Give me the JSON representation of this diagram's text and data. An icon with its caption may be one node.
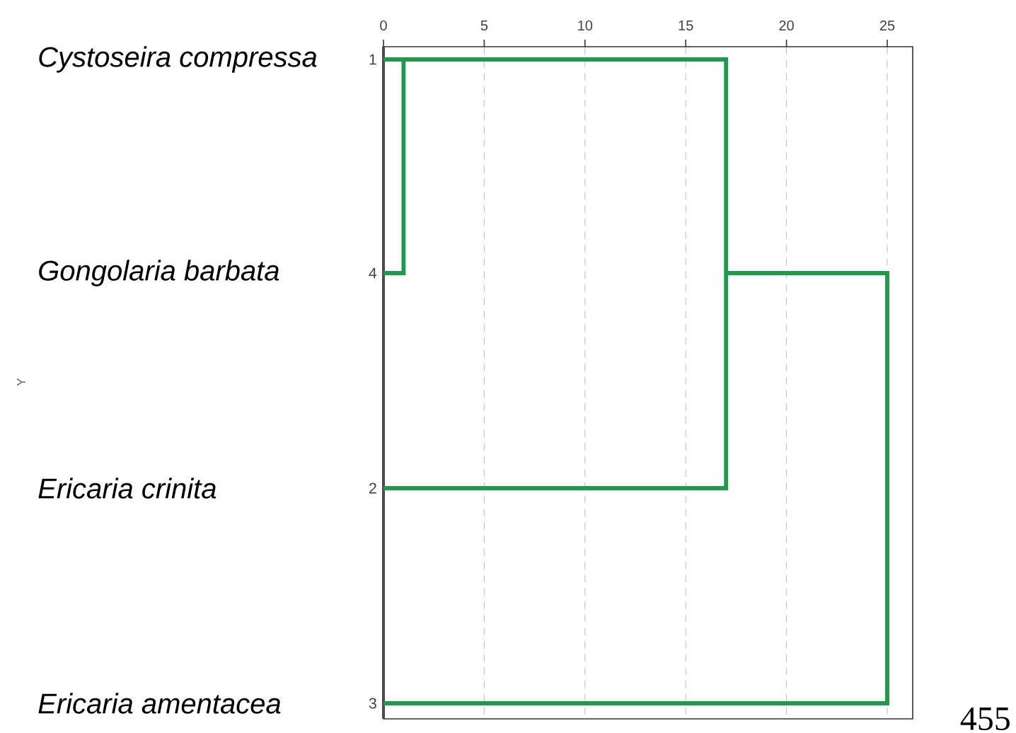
{
  "diagram": {
    "labels": [
      "0",
      "5",
      "10",
      "15",
      "20",
      "25",
      "Cystoseira compressa",
      "1",
      "Gongolaria barbata",
      "4",
      "Y",
      "Ericaria crinita",
      "2",
      "Ericaria amentacea",
      "3",
      "455"
    ]
  }
}
